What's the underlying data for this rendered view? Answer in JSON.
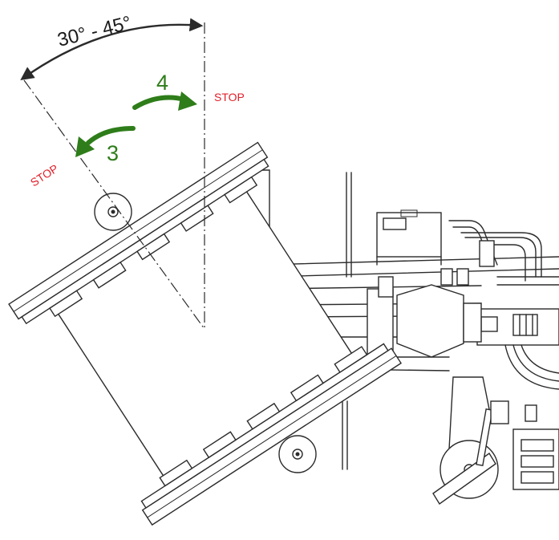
{
  "diagram": {
    "angle_label": "30° - 45°",
    "stop_label": "STOP",
    "steps": [
      {
        "id": "step-4",
        "number": "4"
      },
      {
        "id": "step-3",
        "number": "3"
      }
    ],
    "colors": {
      "arrow": "#2e7d1a",
      "stop": "#e0202a",
      "line": "#2b2b2b"
    }
  }
}
